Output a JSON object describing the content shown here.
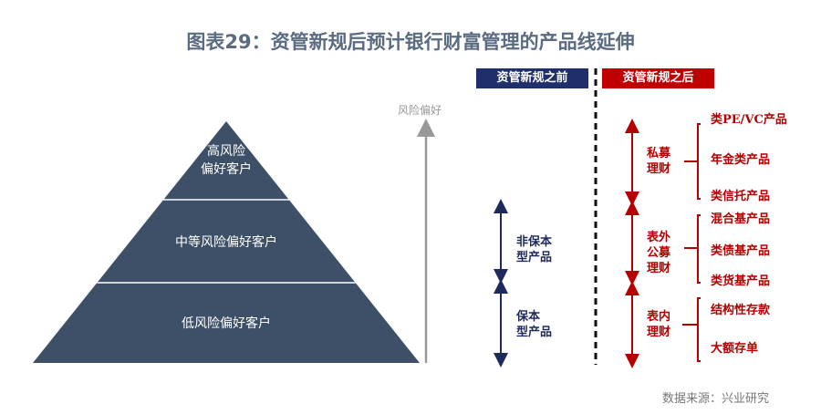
{
  "title": "图表29：资管新规后预计银行财富管理的产品线延伸",
  "pyramid": {
    "top": [
      "高风险",
      "偏好客户"
    ],
    "middle": "中等风险偏好客户",
    "bottom": "低风险偏好客户"
  },
  "risk_axis_label": "风险偏好",
  "headers": {
    "before": "资管新规之前",
    "after": "资管新规之后"
  },
  "before": {
    "non_guaranteed": [
      "非保本",
      "型产品"
    ],
    "guaranteed": [
      "保本",
      "型产品"
    ]
  },
  "after": {
    "groups": [
      {
        "label": [
          "私募",
          "理财"
        ],
        "items": [
          "类PE/VC产品",
          "年金类产品",
          "类信托产品"
        ]
      },
      {
        "label": [
          "表外",
          "公募",
          "理财"
        ],
        "items": [
          "混合基产品",
          "类债基产品",
          "类货基产品"
        ]
      },
      {
        "label": [
          "表内",
          "理财"
        ],
        "items": [
          "结构性存款",
          "大额存单"
        ]
      }
    ]
  },
  "source": "数据来源：兴业研究",
  "colors": {
    "navy": "#1f2f6b",
    "red": "#c00000",
    "pyramid": "#3e5068"
  }
}
